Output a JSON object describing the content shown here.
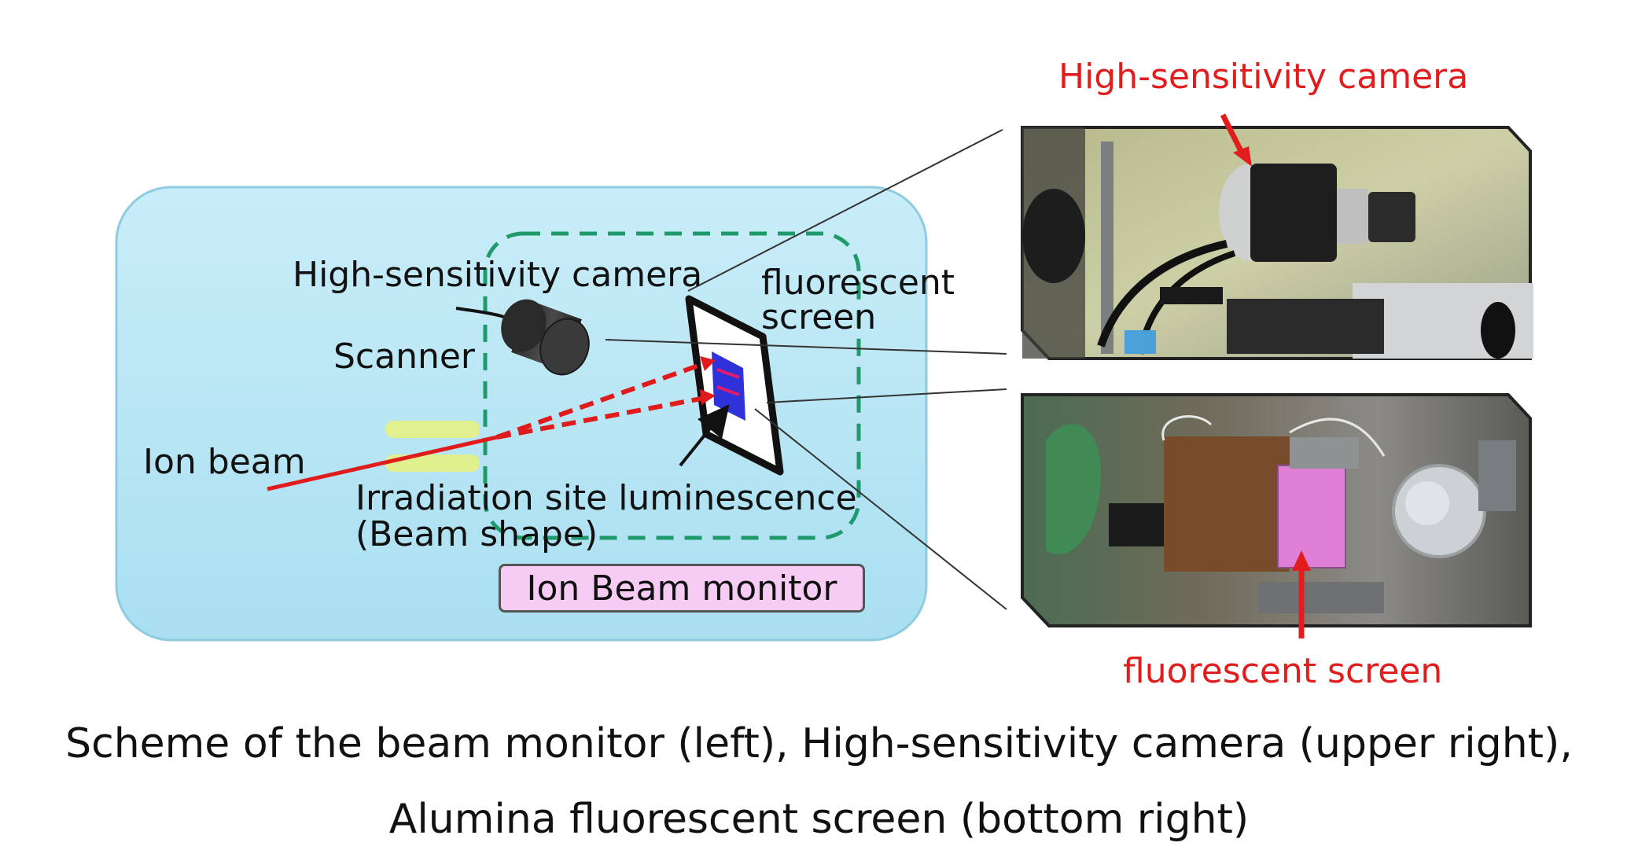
{
  "diagram": {
    "labels": {
      "camera": "High-sensitivity camera",
      "screen_line1": "fluorescent",
      "screen_line2": "screen",
      "scanner": "Scanner",
      "ion_beam": "Ion beam",
      "irradiation_line1": "Irradiation site luminescence",
      "irradiation_line2": "(Beam shape)",
      "monitor": "Ion Beam monitor"
    },
    "photo_labels": {
      "camera": "High-sensitivity camera",
      "screen": "fluorescent screen"
    }
  },
  "caption": {
    "line1": "Scheme of the beam monitor (left), High-sensitivity camera (upper right),",
    "line2": "Alumina fluorescent screen (bottom right)"
  },
  "colors": {
    "panel": "#c6ecf7",
    "dashed_box": "#1f9a6a",
    "beam": "#e01b1b",
    "monitor_tag": "#f7ccf4",
    "annotation_red": "#e11d1d"
  }
}
